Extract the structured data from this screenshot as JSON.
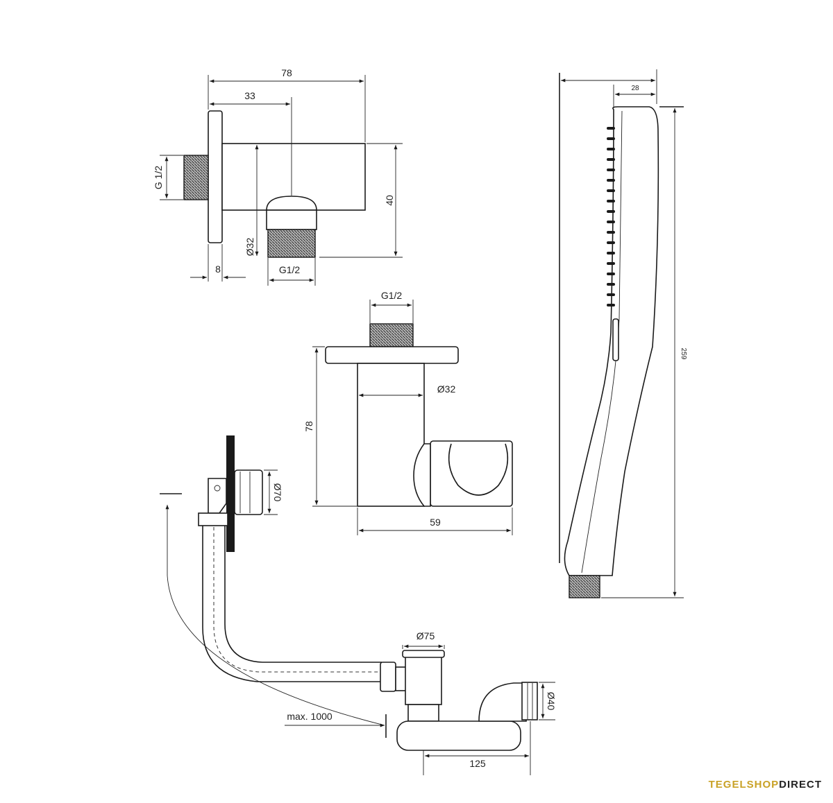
{
  "colors": {
    "line": "#1a1a1a",
    "thread": "#555555",
    "brand_gold": "#c9a227",
    "brand_dark": "#222222"
  },
  "wall_outlet": {
    "dim_total_width": "78",
    "dim_center": "33",
    "dim_inlet_thread": "G 1/2",
    "dim_height": "40",
    "dim_outlet_diameter": "Ø32",
    "dim_flange": "8",
    "dim_outlet_thread": "G1/2"
  },
  "holder": {
    "dim_thread": "G1/2",
    "dim_diameter": "Ø32",
    "dim_height": "78",
    "dim_width": "59"
  },
  "hand_shower": {
    "dim_width": "28",
    "dim_length": "259"
  },
  "bath_drain": {
    "dim_overflow_diameter": "Ø70",
    "dim_drain_diameter": "Ø75",
    "dim_outlet_diameter": "Ø40",
    "dim_max_length": "max. 1000",
    "dim_offset": "125"
  },
  "brand": {
    "part1": "TEGELSHOP",
    "part2": "DIRECT"
  }
}
